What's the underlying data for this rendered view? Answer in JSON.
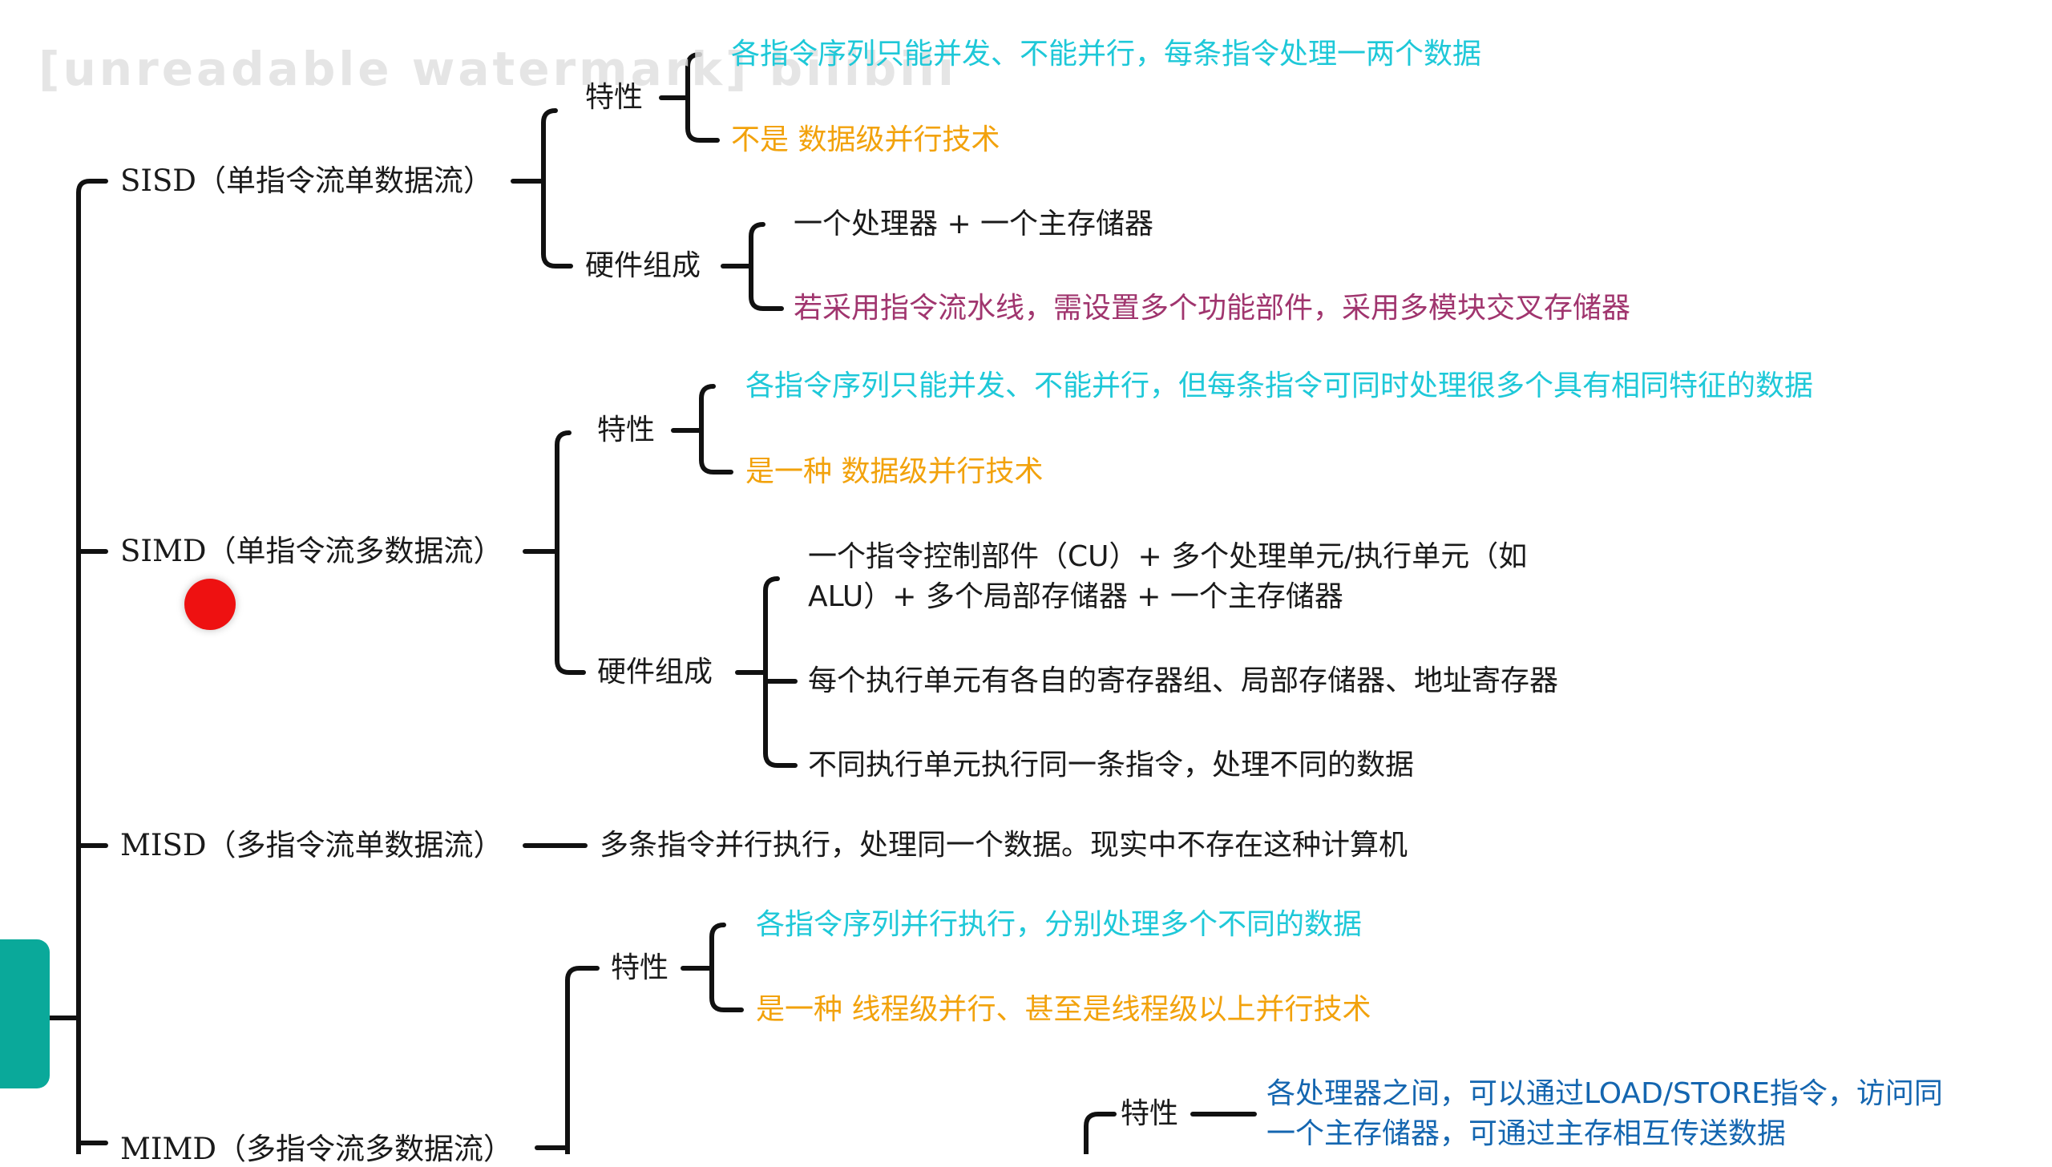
{
  "watermark": {
    "text": "[unreadable watermark] bilibili"
  },
  "colors": {
    "black": "#1a1a1a",
    "cyan": "#1ec8d8",
    "orange": "#f2a20c",
    "magenta": "#a0356e",
    "blue": "#1466b0",
    "teal": "#0aa99a",
    "record": "#ee1111"
  },
  "icons": {
    "record_dot": "red-record-dot-icon"
  },
  "tree": {
    "sisd": {
      "label": "SISD（单指令流单数据流）",
      "traits_label": "特性",
      "traits": [
        "各指令序列只能并发、不能并行，每条指令处理一两个数据",
        "不是 数据级并行技术"
      ],
      "hardware_label": "硬件组成",
      "hardware": [
        "一个处理器 + 一个主存储器",
        "若采用指令流水线，需设置多个功能部件，采用多模块交叉存储器"
      ]
    },
    "simd": {
      "label": "SIMD（单指令流多数据流）",
      "traits_label": "特性",
      "traits": [
        "各指令序列只能并发、不能并行，但每条指令可同时处理很多个具有相同特征的数据",
        "是一种 数据级并行技术"
      ],
      "hardware_label": "硬件组成",
      "hardware": [
        "一个指令控制部件（CU）+ 多个处理单元/执行单元（如ALU）+ 多个局部存储器 + 一个主存储器",
        "每个执行单元有各自的寄存器组、局部存储器、地址寄存器",
        "不同执行单元执行同一条指令，处理不同的数据"
      ]
    },
    "misd": {
      "label": "MISD（多指令流单数据流）",
      "desc": "多条指令并行执行，处理同一个数据。现实中不存在这种计算机"
    },
    "mimd": {
      "label": "MIMD（多指令流多数据流）",
      "traits_label": "特性",
      "traits": [
        "各指令序列并行执行，分别处理多个不同的数据",
        "是一种 线程级并行、甚至是线程级以上并行技术"
      ],
      "sub_traits_label": "特性",
      "sub_traits_desc": "各处理器之间，可以通过LOAD/STORE指令，访问同一个主存储器，可通过主存相互传送数据"
    }
  }
}
